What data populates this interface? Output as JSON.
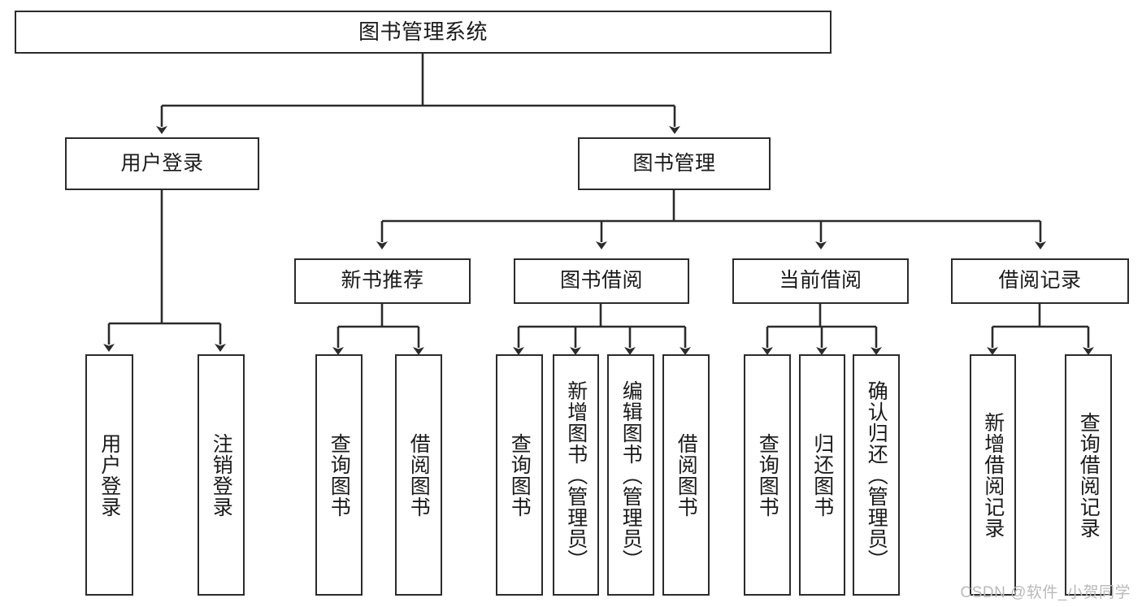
{
  "diagram": {
    "title": "图书管理系统",
    "type": "tree-hierarchy-chart",
    "watermark": "CSDN @软件_小贺同学",
    "line_color": "#2b2b2b",
    "box_fill": "#ffffff",
    "text_color": "#1a1a1a"
  },
  "nodes": {
    "root": {
      "label": "图书管理系统"
    },
    "level2": [
      {
        "label": "用户登录"
      },
      {
        "label": "图书管理"
      }
    ],
    "level3": [
      {
        "label": "新书推荐"
      },
      {
        "label": "图书借阅"
      },
      {
        "label": "当前借阅"
      },
      {
        "label": "借阅记录"
      }
    ],
    "leaves": [
      {
        "label": "用户登录"
      },
      {
        "label": "注销登录"
      },
      {
        "label": "查询图书"
      },
      {
        "label": "借阅图书"
      },
      {
        "label": "查询图书"
      },
      {
        "label": "新增图书（管理员）"
      },
      {
        "label": "编辑图书（管理员）"
      },
      {
        "label": "借阅图书"
      },
      {
        "label": "查询图书"
      },
      {
        "label": "归还图书"
      },
      {
        "label": "确认归还（管理员）"
      },
      {
        "label": "新增借阅记录"
      },
      {
        "label": "查询借阅记录"
      }
    ]
  }
}
